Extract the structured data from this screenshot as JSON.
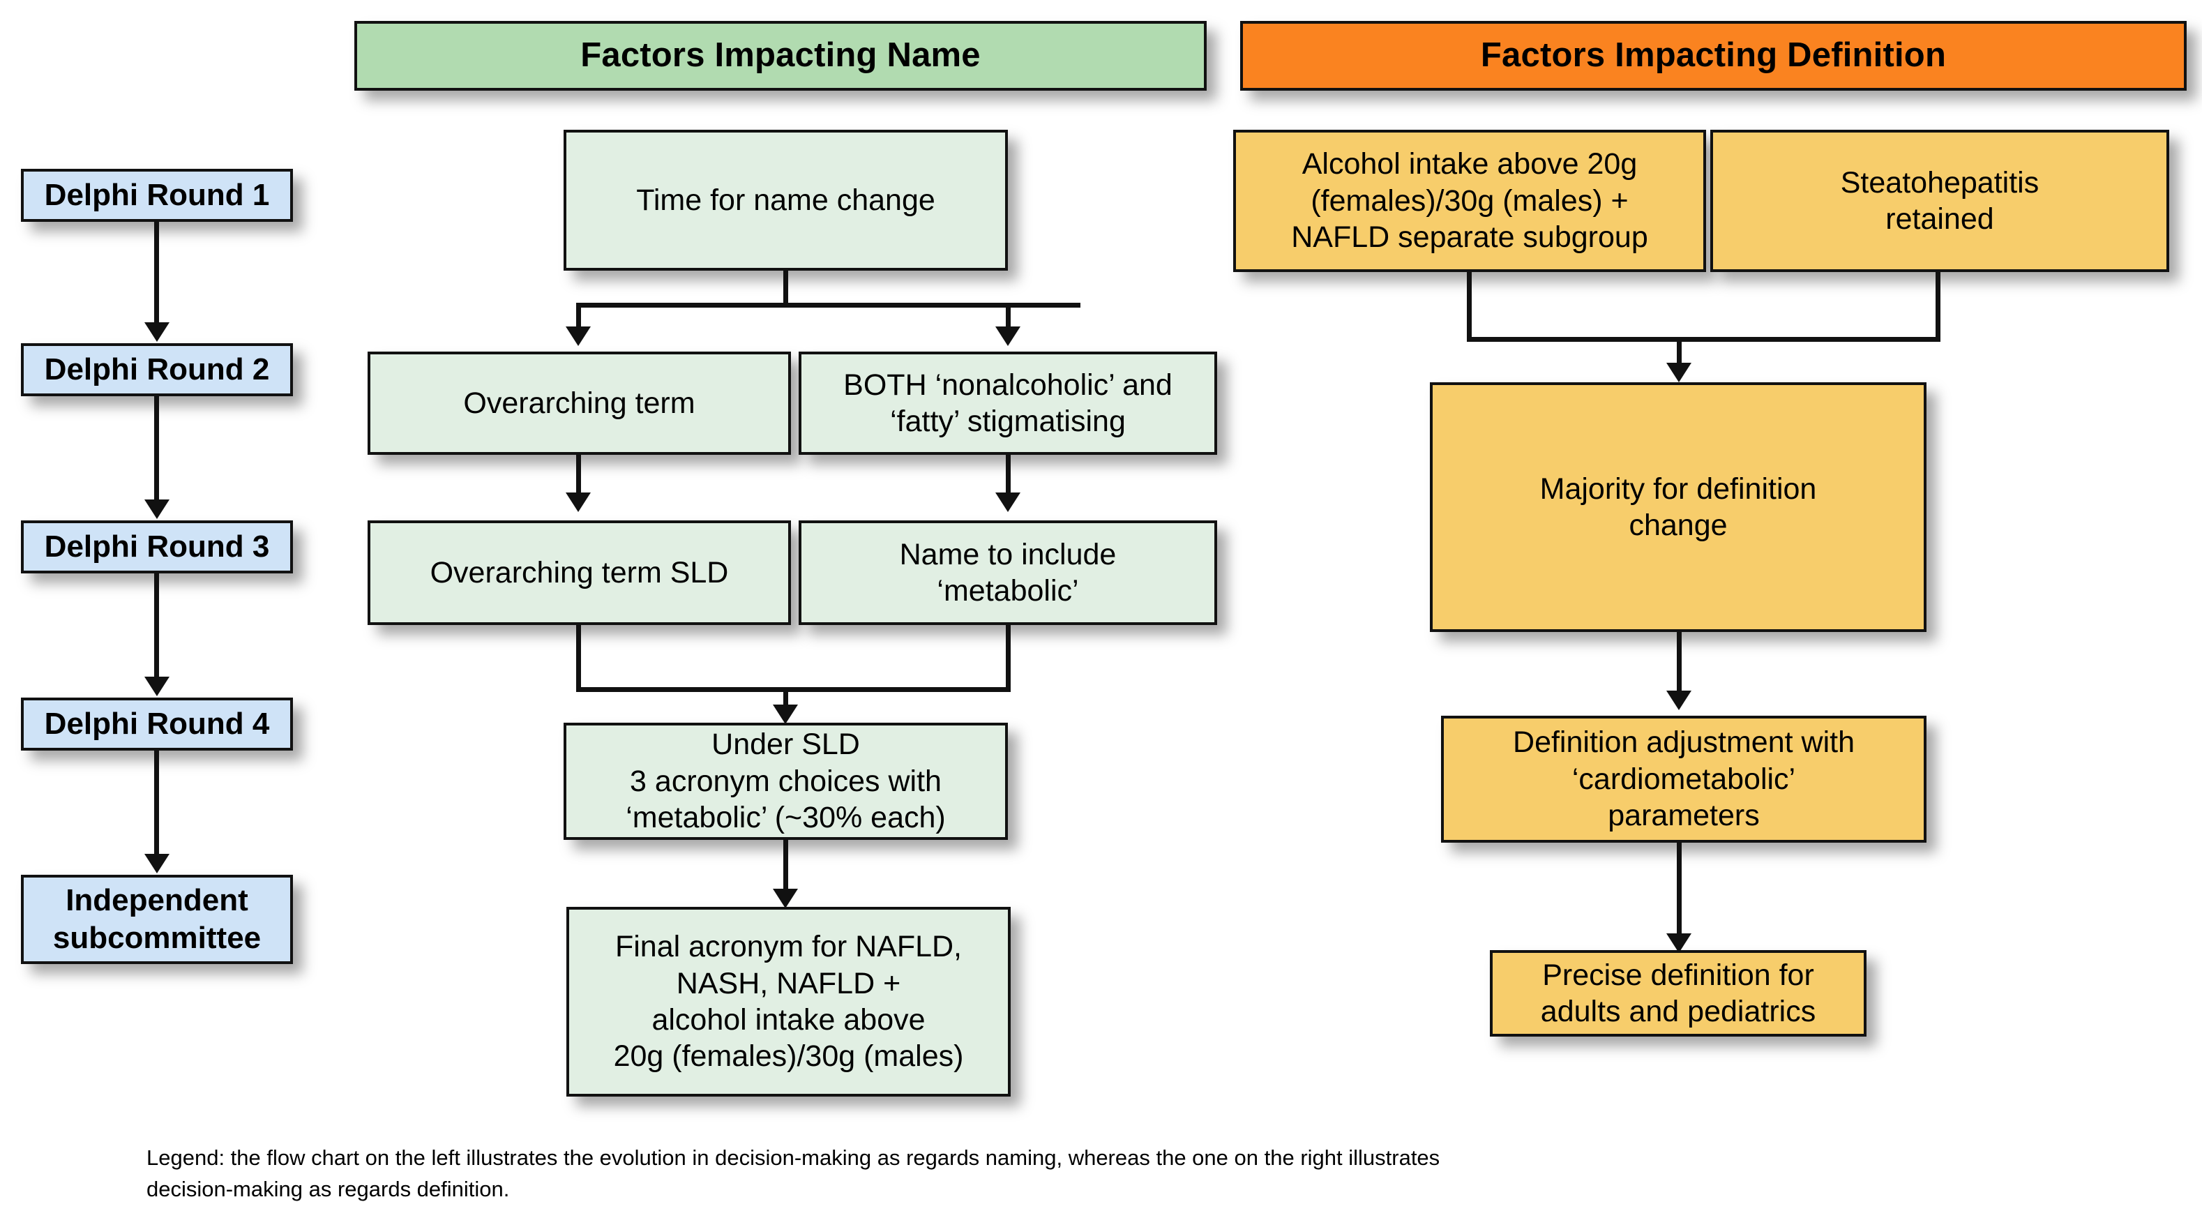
{
  "colors": {
    "header_name_bg": "#b1dbb0",
    "header_definition_bg": "#fa8320",
    "round_box_bg": "#cfe3f7",
    "name_box_bg": "#e1efe3",
    "definition_box_bg": "#f7cd6b",
    "border": "#111111",
    "text": "#000000"
  },
  "headers": {
    "name": "Factors Impacting Name",
    "definition": "Factors Impacting Definition"
  },
  "rounds": [
    {
      "label": "Delphi Round 1"
    },
    {
      "label": "Delphi Round 2"
    },
    {
      "label": "Delphi Round 3"
    },
    {
      "label": "Delphi Round 4"
    },
    {
      "label": "Independent\nsubcommittee"
    }
  ],
  "name_flow": {
    "r1": "Time for name change",
    "r2_left": "Overarching term",
    "r2_right": "BOTH ‘nonalcoholic’ and\n‘fatty’ stigmatising",
    "r3_left": "Overarching term SLD",
    "r3_right": "Name to include\n‘metabolic’",
    "r4": "Under SLD\n3 acronym choices with\n‘metabolic’ (~30% each)",
    "final": "Final acronym for NAFLD,\nNASH, NAFLD +\nalcohol intake above\n20g (females)/30g (males)"
  },
  "definition_flow": {
    "r1_left": "Alcohol intake above 20g\n(females)/30g (males) +\nNAFLD separate subgroup",
    "r1_right": "Steatohepatitis\nretained",
    "r2": "Majority for definition\nchange",
    "r3": "Definition adjustment with\n‘cardiometabolic’\nparameters",
    "final": "Precise definition for\nadults and pediatrics"
  },
  "legend": {
    "text": "Legend: the flow chart on the left illustrates the evolution in decision-making as regards naming, whereas the one on the right illustrates\ndecision-making as regards definition."
  }
}
